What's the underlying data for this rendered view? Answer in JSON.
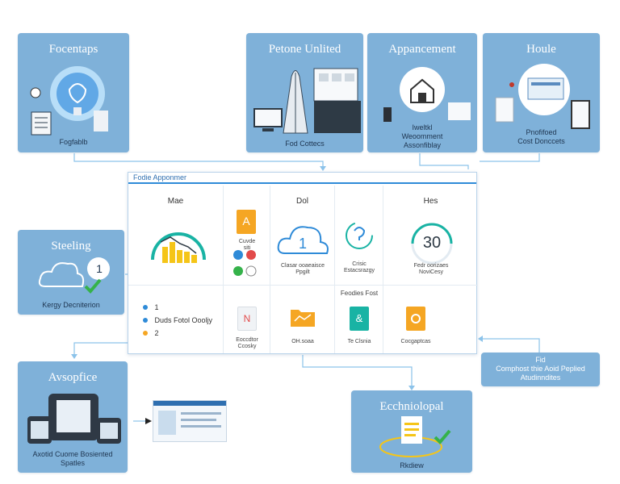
{
  "cards": {
    "top_left": {
      "title": "Focentaps",
      "caption": "Fogfablb"
    },
    "top_mid": {
      "title": "Petone Unlited",
      "caption": "Fod Cottecs"
    },
    "top_right1": {
      "title": "Appancement",
      "caption": "Iweltkl\nWeoomment\nAssonfiblay"
    },
    "top_right2": {
      "title": "Houle",
      "caption": "Pnofifoed\nCost Donccets"
    },
    "left_mid": {
      "title": "Steeling",
      "caption": "Kergy Decniterion",
      "badge": "1"
    },
    "bottom_left": {
      "title": "Avsopfice",
      "caption": "Axotid Cuome Bosiented\nSpatles"
    },
    "bottom_right": {
      "title": "Ecchniolopal",
      "caption": "Rkdiew"
    },
    "right_callout": {
      "text": "Fid\nComphost thie Aoid Peplied\nAtudinndites"
    }
  },
  "dashboard": {
    "title": "Fodie Apponmer",
    "panels": {
      "mae": {
        "head": "Mae"
      },
      "docs_tiles": {
        "tile_letter": "A",
        "label": "Cuvde\nsiti"
      },
      "dol": {
        "head": "Dol",
        "badge": "1",
        "label": "Clasar ooaeaisce\nPpgilt"
      },
      "status": {
        "label": "Crisic\nEstacsrazgy"
      },
      "hes": {
        "head": "Hes",
        "value": "30",
        "label": "Fedr oorizaes\nNoviCesy"
      },
      "list": {
        "items": [
          {
            "text": "1"
          },
          {
            "text": "Duds Fotol Oooljy"
          },
          {
            "text": "2"
          }
        ]
      },
      "bottom_tiles": [
        {
          "label": "Eoccdtor\nCcosky",
          "glyph": "N"
        },
        {
          "label": "OH.soaa",
          "glyph": ""
        },
        {
          "label": "Te Clsnia",
          "glyph": "&"
        },
        {
          "label": "Cocgaptcas",
          "glyph": ""
        }
      ],
      "bottom_head": "Feodies Fost"
    }
  },
  "colors": {
    "card": "#7fb1d9",
    "accent": "#2f8bd8",
    "teal": "#19b3a4",
    "orange": "#f5a623",
    "green": "#35b24a"
  }
}
